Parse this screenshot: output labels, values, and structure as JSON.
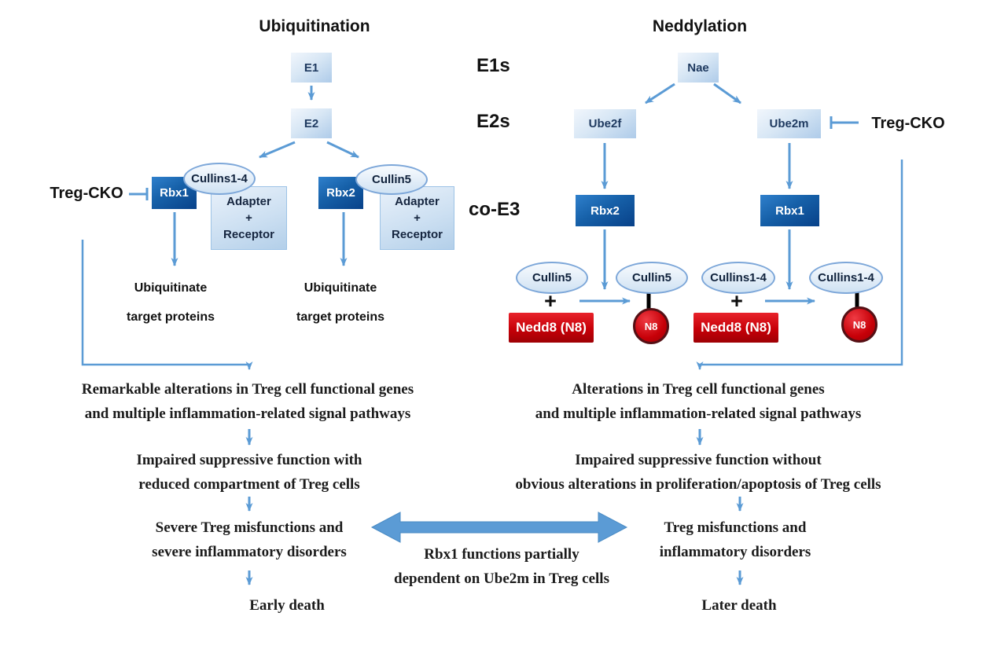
{
  "titles": {
    "ubiquitination": "Ubiquitination",
    "neddylation": "Neddylation"
  },
  "stage_labels": {
    "e1s": "E1s",
    "e2s": "E2s",
    "co_e3": "co-E3"
  },
  "ubiq": {
    "e1": "E1",
    "e2": "E2",
    "treg_cko": "Treg-CKO",
    "rbx1": "Rbx1",
    "cullins14": "Cullins1-4",
    "rbx2": "Rbx2",
    "cullin5": "Cullin5",
    "adapter": {
      "l1": "Adapter",
      "l2": "+",
      "l3": "Receptor"
    },
    "outcome": {
      "l1": "Ubiquitinate",
      "l2": "target proteins"
    }
  },
  "nedd": {
    "nae": "Nae",
    "ube2f": "Ube2f",
    "ube2m": "Ube2m",
    "treg_cko": "Treg-CKO",
    "rbx2": "Rbx2",
    "rbx1": "Rbx1",
    "rx1": {
      "substrate": "Cullin5",
      "plus": "+",
      "nedd8": "Nedd8 (N8)",
      "product": "Cullin5",
      "n8": "N8"
    },
    "rx2": {
      "substrate": "Cullins1-4",
      "plus": "+",
      "nedd8": "Nedd8 (N8)",
      "product": "Cullins1-4",
      "n8": "N8"
    }
  },
  "left_flow": {
    "a1": "Remarkable alterations in Treg cell functional genes",
    "a2": "and multiple inflammation-related signal pathways",
    "b1": "Impaired suppressive function with",
    "b2": "reduced compartment of Treg cells",
    "c1": "Severe Treg misfunctions and",
    "c2": "severe inflammatory disorders",
    "d": "Early death"
  },
  "right_flow": {
    "a1": "Alterations in Treg cell functional genes",
    "a2": "and multiple inflammation-related signal pathways",
    "b1": "Impaired suppressive function without",
    "b2": "obvious alterations in proliferation/apoptosis of Treg cells",
    "c1": "Treg misfunctions and",
    "c2": "inflammatory disorders",
    "d": "Later death"
  },
  "center_note": {
    "l1": "Rbx1 functions partially",
    "l2": "dependent on Ube2m in Treg cells"
  },
  "colors": {
    "arrow_blue": "#5b9bd5",
    "dark_box_blue": "#0a4a94",
    "light_box_blue": "#b3cfe9",
    "ellipse_border_blue": "#7da7d9",
    "nedd8_red": "#c70008",
    "n8_border": "#551015",
    "text_dark": "#1b1b1b"
  }
}
